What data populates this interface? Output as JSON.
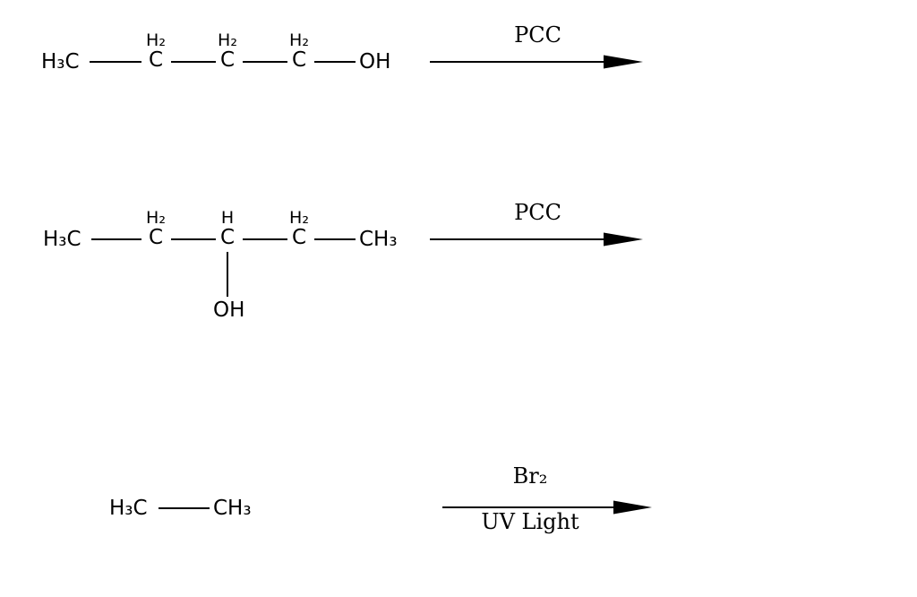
{
  "colors": {
    "ink": "#000000",
    "background": "#ffffff"
  },
  "reactions": [
    {
      "id": "butanol-pcc",
      "molecule": {
        "left_terminal": "H₃C",
        "groups": [
          {
            "above": "H₂",
            "atom": "C"
          },
          {
            "above": "H₂",
            "atom": "C"
          },
          {
            "above": "H₂",
            "atom": "C"
          }
        ],
        "right_terminal": "OH"
      },
      "arrow": {
        "label_above": "PCC"
      }
    },
    {
      "id": "pentanol-pcc",
      "molecule": {
        "left_terminal": "H₃C",
        "groups": [
          {
            "above": "H₂",
            "atom": "C"
          },
          {
            "above": "H",
            "atom": "C",
            "below_substituent": "OH"
          },
          {
            "above": "H₂",
            "atom": "C"
          }
        ],
        "right_terminal": "CH₃"
      },
      "arrow": {
        "label_above": "PCC"
      }
    },
    {
      "id": "ethane-br2-uv",
      "molecule": {
        "left_terminal": "H₃C",
        "groups": [],
        "right_terminal": "CH₃"
      },
      "arrow": {
        "label_above": "Br₂",
        "label_below": "UV Light"
      }
    }
  ]
}
